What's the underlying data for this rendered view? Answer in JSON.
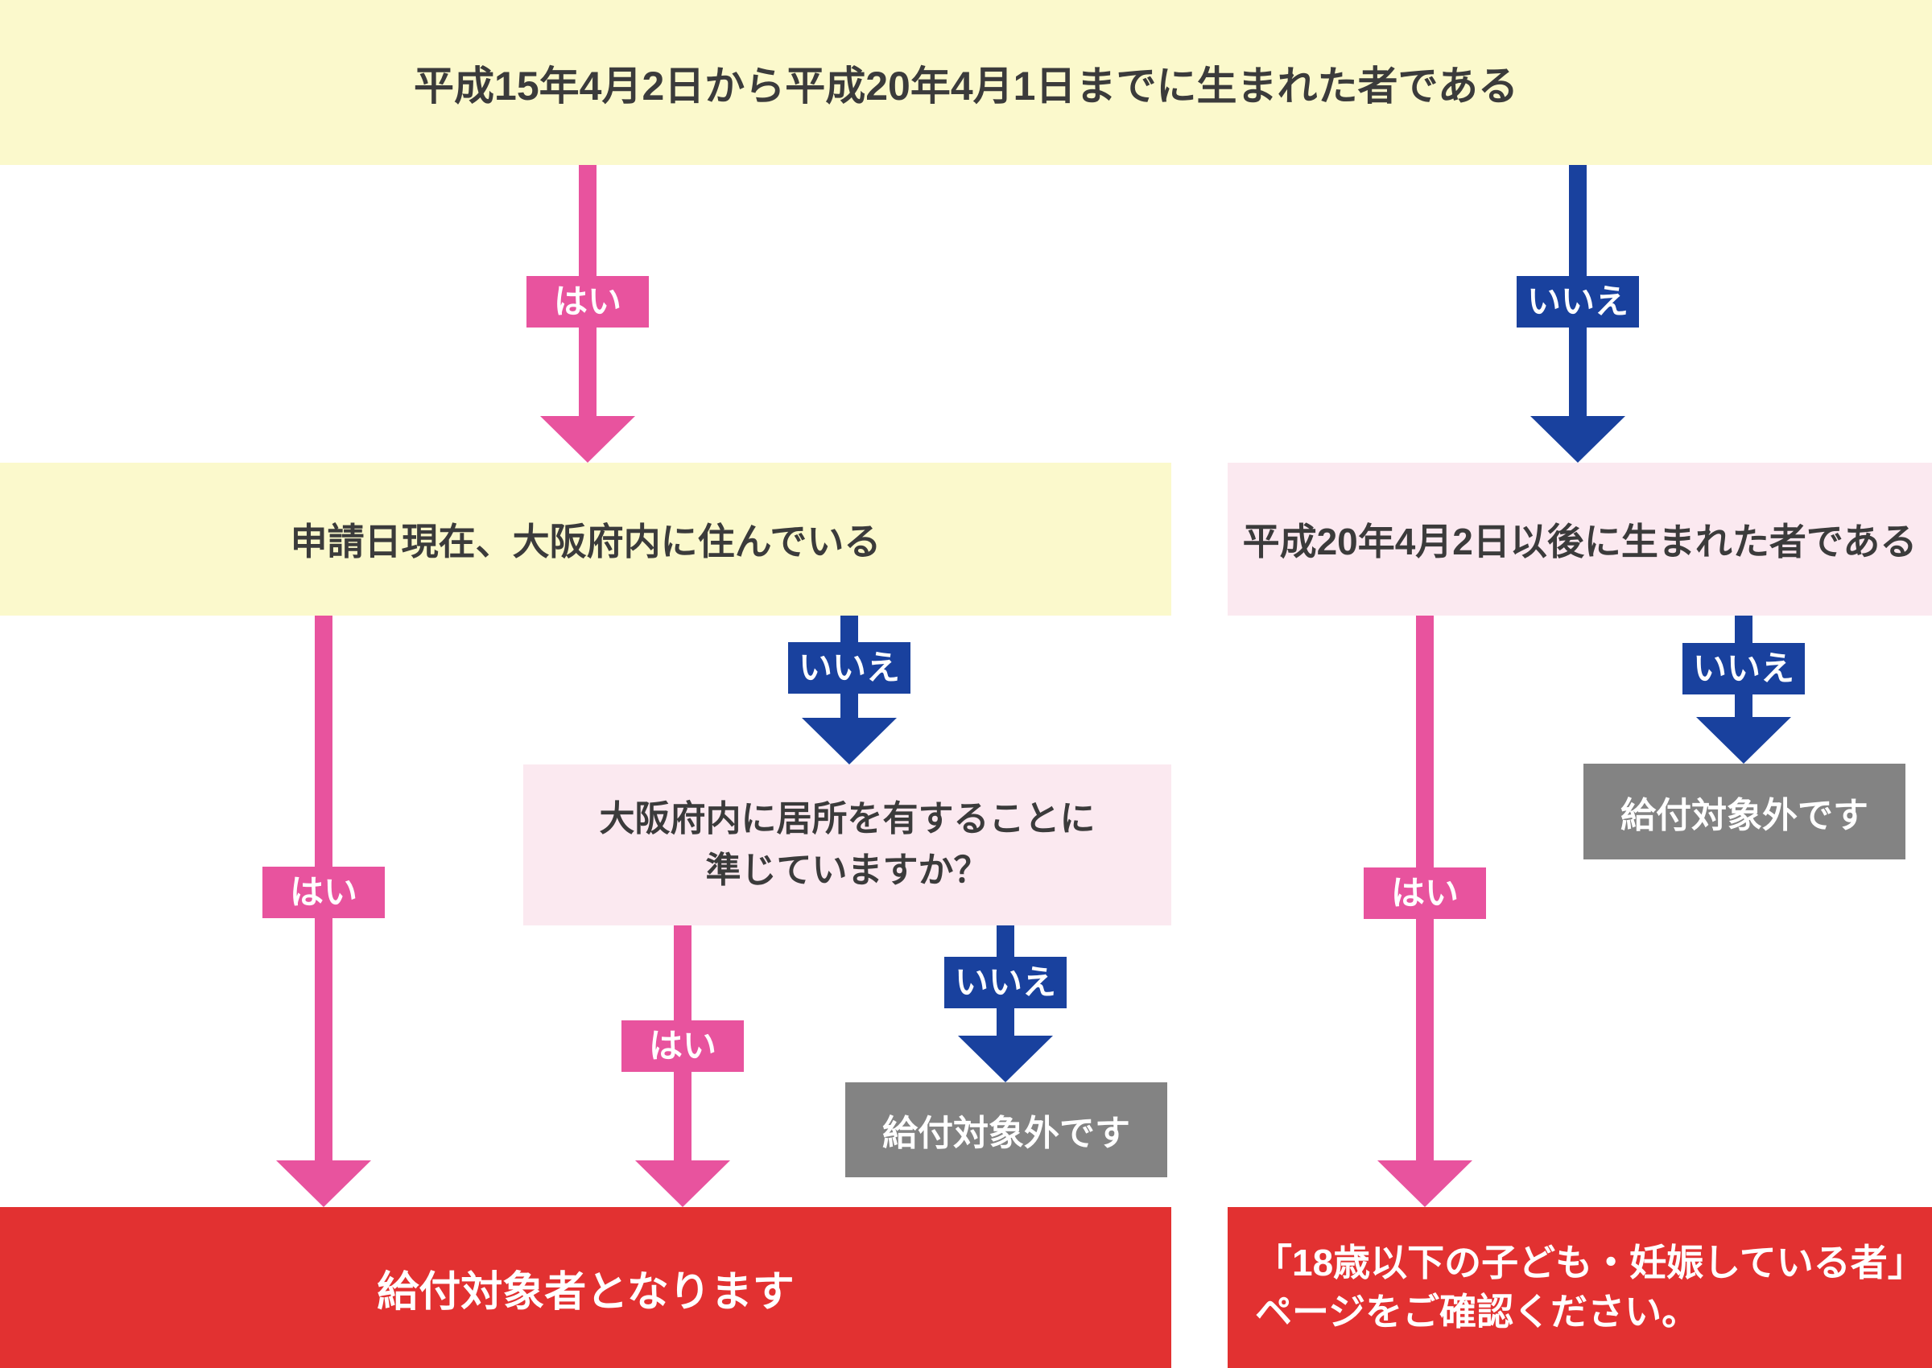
{
  "flowchart": {
    "question_birth_range": "平成15年4月2日から平成20年4月1日までに生まれた者である",
    "question_live_in_osaka": "申請日現在、大阪府内に住んでいる",
    "question_residence_line1": "大阪府内に居所を有することに",
    "question_residence_line2": "準じていますか？",
    "question_born_after": "平成20年4月2日以後に生まれた者である",
    "result_eligible": "給付対象者となります",
    "result_not_eligible": "給付対象外です",
    "result_see_other_page_line1": "「18歳以下の子ども・妊娠している者」",
    "result_see_other_page_line2": "ページをご確認ください。",
    "label_yes": "はい",
    "label_no": "いいえ"
  },
  "colors": {
    "yes_pink": "#e8539e",
    "no_blue": "#19419e",
    "question_yellow": "#fbf9cc",
    "question_pale_pink": "#fbe9f0",
    "eligible_red": "#e23131",
    "not_eligible_gray": "#838383",
    "text_dark": "#3b3b3b",
    "text_white": "#ffffff"
  }
}
